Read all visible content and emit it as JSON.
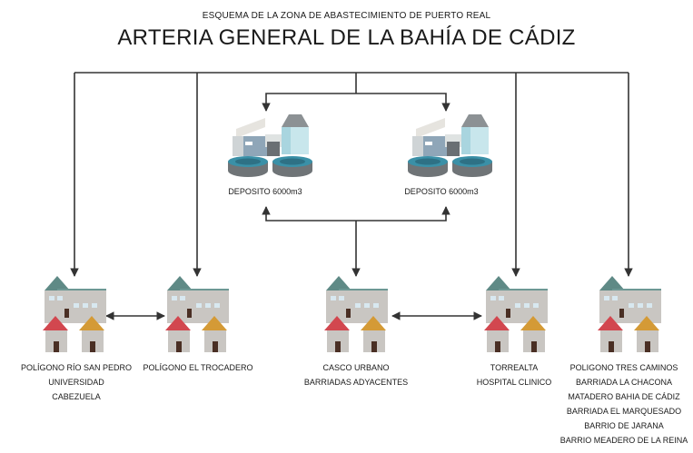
{
  "header": {
    "subtitle": "ESQUEMA DE LA ZONA DE ABASTECIMIENTO DE PUERTO REAL",
    "title": "ARTERIA GENERAL DE LA BAHÍA DE CÁDIZ"
  },
  "deposits": [
    {
      "label": "DEPOSITO 6000m3"
    },
    {
      "label": "DEPOSITO 6000m3"
    }
  ],
  "zones": [
    {
      "lines": [
        "POLÍGONO RÍO SAN PEDRO",
        "UNIVERSIDAD",
        "CABEZUELA"
      ]
    },
    {
      "lines": [
        "POLÍGONO EL TROCADERO"
      ]
    },
    {
      "lines": [
        "CASCO URBANO",
        "BARRIADAS ADYACENTES"
      ]
    },
    {
      "lines": [
        "TORREALTA",
        "HOSPITAL CLINICO"
      ]
    },
    {
      "lines": [
        "POLIGONO TRES CAMINOS",
        "BARRIADA LA CHACONA",
        "MATADERO BAHIA DE CÁDIZ",
        "BARRIADA EL MARQUESADO",
        "BARRIO DE JARANA",
        "BARRIO MEADERO DE LA REINA"
      ]
    }
  ],
  "colors": {
    "line": "#333333",
    "roof_teal": "#5f8a86",
    "roof_red": "#d2474f",
    "roof_orange": "#d49a36",
    "wall": "#c9c6c2",
    "tank_blue": "#3a90a7",
    "tank_gray": "#6f7477"
  }
}
